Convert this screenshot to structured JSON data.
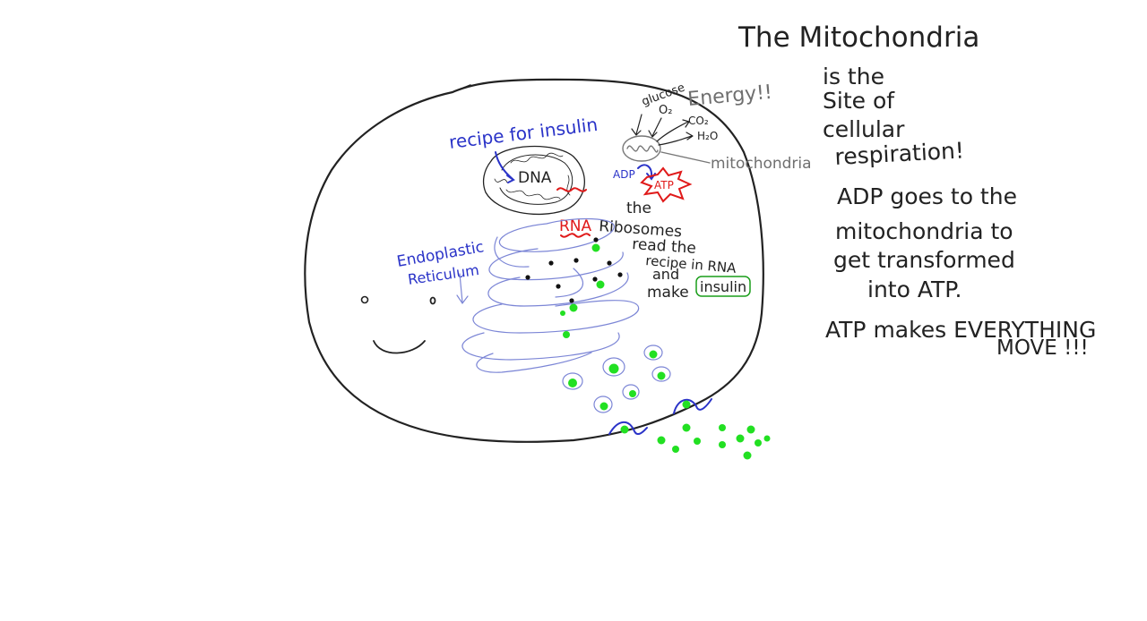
{
  "notes": {
    "title": "The Mitochondria",
    "line1": "is the",
    "line2": "Site of",
    "line3": "cellular",
    "line4": "respiration!",
    "line5": "ADP goes to the",
    "line6": "mitochondria to",
    "line7": "get transformed",
    "line8": "into ATP.",
    "line9": "ATP makes EVERYTHING",
    "line10": "MOVE !!!"
  },
  "diagram": {
    "glucose": "glucose",
    "o2": "O₂",
    "energy": "Energy!!",
    "co2": "CO₂",
    "h2o": "H₂O",
    "mitochondria": "mitochondria",
    "adp": "ADP",
    "atp": "ATP",
    "recipe": "recipe for insulin",
    "dna": "DNA",
    "rna": "RNA",
    "the": "the",
    "ribosomes": "Ribosomes",
    "read_the": "read the",
    "recipe_in_rna": "recipe in RNA",
    "and": "and",
    "make": "make",
    "insulin": "insulin",
    "er_line1": "Endoplastic",
    "er_line2": "Reticulum"
  },
  "colors": {
    "ink": "#222222",
    "blue": "#2a33c8",
    "red": "#e01a1a",
    "green": "#1a9e1a",
    "gray": "#6f6f6f",
    "insulin_dot": "#22e022"
  }
}
